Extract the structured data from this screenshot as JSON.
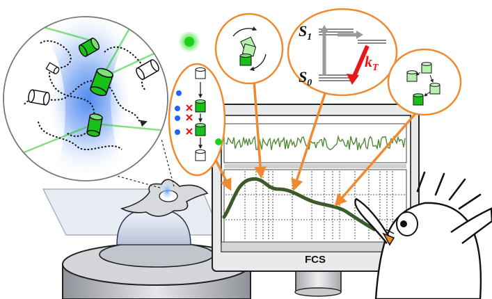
{
  "monitor": {
    "label": "FCS"
  },
  "jablonski": {
    "s1": "S",
    "s1_sub": "1",
    "s0": "S",
    "s0_sub": "0",
    "rate": "k",
    "rate_sub": "T"
  },
  "colors": {
    "green": "#18c018",
    "light_green": "#b8f0b0",
    "laser_blue": "#3a78e8",
    "orange": "#ef8a2e",
    "curve": "#3b5a2a",
    "trace": "#4f8a36",
    "red_arrow": "#e81818"
  },
  "icons": [
    "fluorophore-cylinder-icon",
    "photon-icon",
    "cell-icon",
    "bird-mascot-icon"
  ]
}
